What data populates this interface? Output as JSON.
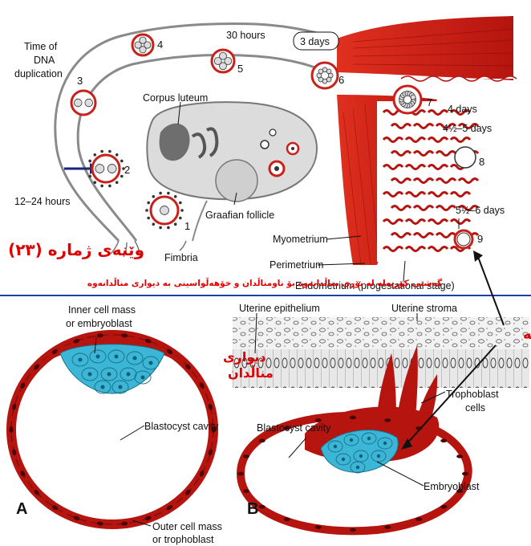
{
  "top_diagram": {
    "labels": {
      "time_of": "Time of",
      "dna": "DNA",
      "duplication": "duplication",
      "hours_12_24": "12–24 hours",
      "hours_30": "30 hours",
      "days_3": "3 days",
      "days_4": "4 days",
      "days_4_5": "4½–5 days",
      "days_5_6": "5½–6 days",
      "corpus_luteum": "Corpus luteum",
      "graafian_follicle": "Graafian follicle",
      "fimbria": "Fimbria",
      "myometrium": "Myometrium",
      "perimetrium": "Perimetrium",
      "endometrium": "Endometrium (progestational stage)"
    },
    "stage_numbers": [
      "1",
      "2",
      "3",
      "4",
      "5",
      "6",
      "7",
      "8",
      "9"
    ]
  },
  "kurdish": {
    "figure_title": "وێنەی ژمارە (٢٣)",
    "caption": "گەشتی کۆرپەلە لە بۆری مناڵدانەوە بۆ ناومناڵدان و خۆهەڵواسینی بە دیواری مناڵدانەوە",
    "uterus_wall_line1": "دیواری",
    "uterus_wall_line2": "مناڵدان",
    "embryo": "کۆرپەلە"
  },
  "bottom_diagram": {
    "labels": {
      "inner_cell_mass_1": "Inner cell mass",
      "inner_cell_mass_2": "or embryoblast",
      "blastocyst_cavity_a": "Blastocyst cavity",
      "outer_cell_mass_1": "Outer cell mass",
      "outer_cell_mass_2": "or trophoblast",
      "uterine_epithelium": "Uterine epithelium",
      "uterine_stroma": "Uterine stroma",
      "trophoblast_1": "Trophoblast",
      "trophoblast_2": "cells",
      "blastocyst_cavity_b": "Blastocyst cavity",
      "embryoblast": "Embryoblast"
    },
    "panels": [
      "A",
      "B"
    ]
  },
  "colors": {
    "muscle_red": "#c8201a",
    "embryoblast_cyan": "#3bb6d6",
    "kurdish_red": "#e00000",
    "divider": "#1d3fa8"
  }
}
